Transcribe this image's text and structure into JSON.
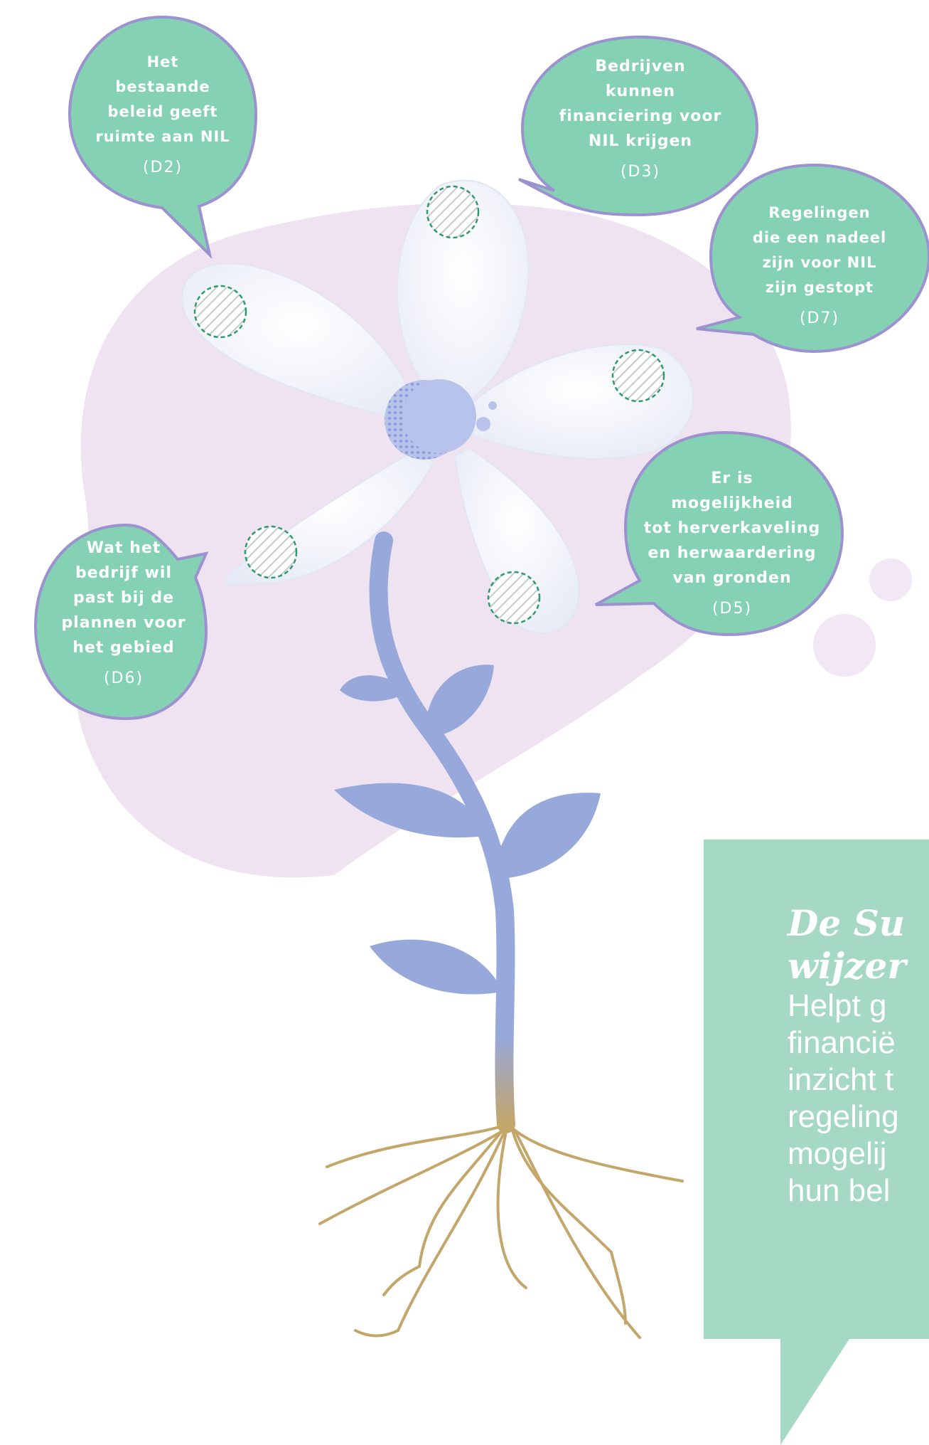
{
  "bubbles": {
    "d2": {
      "text": [
        "Het",
        "bestaande",
        "beleid geeft",
        "ruimte aan NIL"
      ],
      "code": "(D2)"
    },
    "d3": {
      "text": [
        "Bedrijven",
        "kunnen",
        "financiering voor",
        "NIL krijgen"
      ],
      "code": "(D3)"
    },
    "d7": {
      "text": [
        "Regelingen",
        "die een nadeel",
        "zijn voor NIL",
        "zijn gestopt"
      ],
      "code": "(D7)"
    },
    "d5": {
      "text": [
        "Er is",
        "mogelijkheid",
        "tot herverkaveling",
        "en herwaardering",
        "van gronden"
      ],
      "code": "(D5)"
    },
    "d6": {
      "text": [
        "Wat het",
        "bedrijf wil",
        "past bij de",
        "plannen voor",
        "het gebied"
      ],
      "code": "(D6)"
    }
  },
  "callout": {
    "title": [
      "De Su",
      "wijzer"
    ],
    "body": [
      "Helpt g",
      "financië",
      "inzicht t",
      "regeling",
      "mogelij",
      "hun bel"
    ]
  },
  "colors": {
    "bubble": "#85d1b4",
    "bubble_border": "#9b92cf",
    "blob": "#efe2f1",
    "petal": "#f3f5fb",
    "stem": "#97a8da",
    "roots": "#c3a66a",
    "callout": "#a5d9c3",
    "dash": "#2f9a6a"
  }
}
